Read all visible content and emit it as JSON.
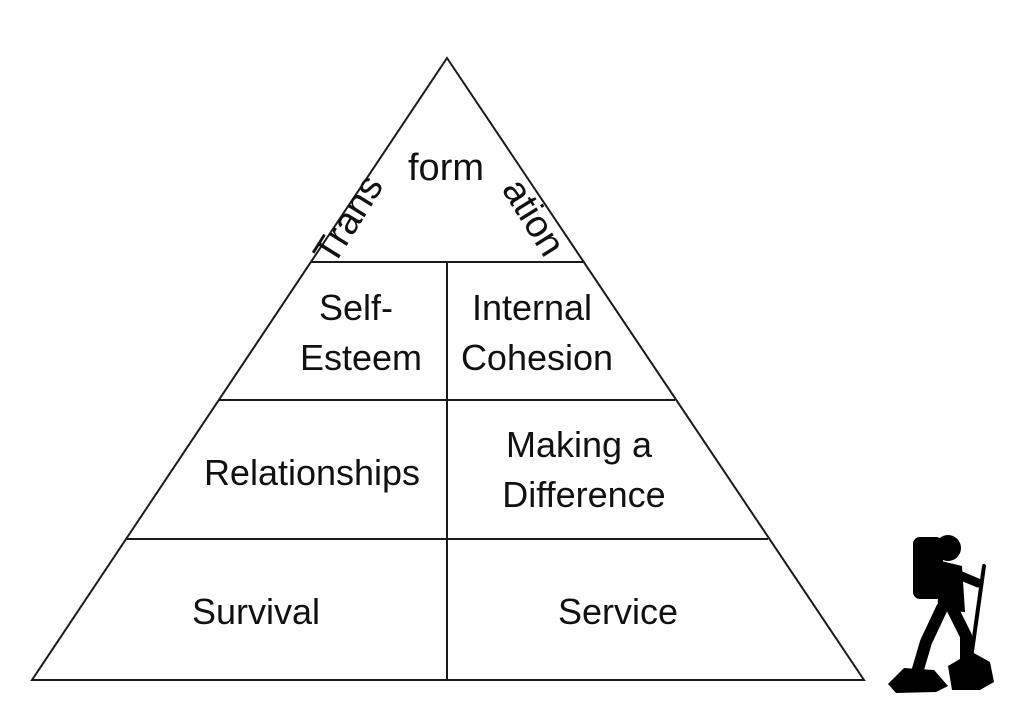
{
  "diagram": {
    "top": {
      "part1": "Trans",
      "part2": "form",
      "part3": "ation"
    },
    "cells": {
      "self_esteem": [
        "Self-",
        "Esteem"
      ],
      "internal_cohesion": [
        "Internal",
        "Cohesion"
      ],
      "relationships": "Relationships",
      "making_a_difference": [
        "Making a",
        "Difference"
      ],
      "survival": "Survival",
      "service": "Service"
    }
  },
  "colors": {
    "stroke": "#1a1a1a",
    "text": "#111111",
    "hiker": "#000000"
  }
}
